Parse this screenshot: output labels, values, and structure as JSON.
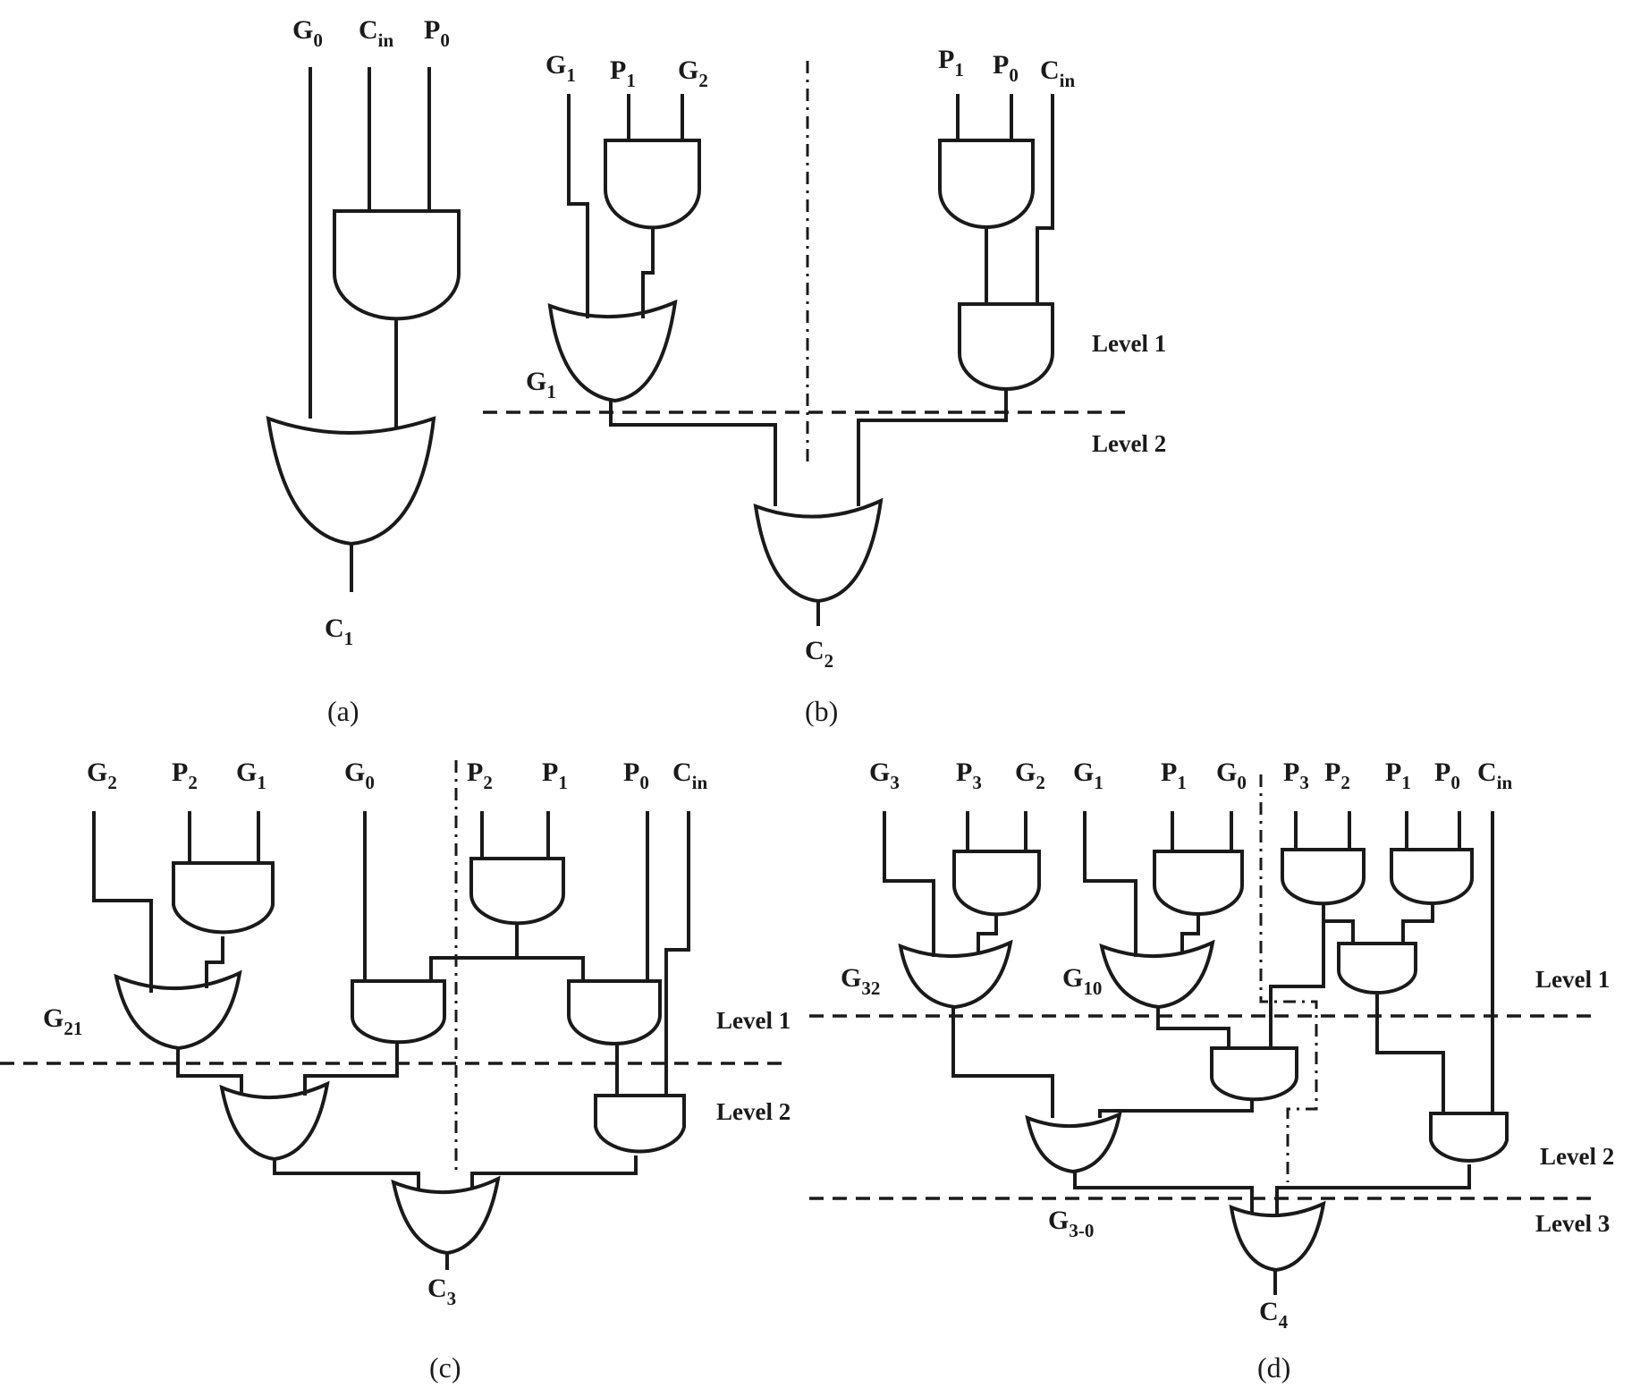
{
  "labels": {
    "a_g0": {
      "main": "G",
      "sub": "0"
    },
    "a_cin": {
      "main": "C",
      "sub": "in"
    },
    "a_p0": {
      "main": "P",
      "sub": "0"
    },
    "a_c1": {
      "main": "C",
      "sub": "1"
    },
    "b_g1": {
      "main": "G",
      "sub": "1"
    },
    "b_p1": {
      "main": "P",
      "sub": "1"
    },
    "b_g2": {
      "main": "G",
      "sub": "2"
    },
    "b_p1r": {
      "main": "P",
      "sub": "1"
    },
    "b_p0": {
      "main": "P",
      "sub": "0"
    },
    "b_cin": {
      "main": "C",
      "sub": "in"
    },
    "b_g1o": {
      "main": "G",
      "sub": "1"
    },
    "b_c2": {
      "main": "C",
      "sub": "2"
    },
    "c_g2": {
      "main": "G",
      "sub": "2"
    },
    "c_p2": {
      "main": "P",
      "sub": "2"
    },
    "c_g1": {
      "main": "G",
      "sub": "1"
    },
    "c_g0": {
      "main": "G",
      "sub": "0"
    },
    "c_p2r": {
      "main": "P",
      "sub": "2"
    },
    "c_p1": {
      "main": "P",
      "sub": "1"
    },
    "c_p0": {
      "main": "P",
      "sub": "0"
    },
    "c_cin": {
      "main": "C",
      "sub": "in"
    },
    "c_g21": {
      "main": "G",
      "sub": "21"
    },
    "c_c3": {
      "main": "C",
      "sub": "3"
    },
    "d_g3": {
      "main": "G",
      "sub": "3"
    },
    "d_p3": {
      "main": "P",
      "sub": "3"
    },
    "d_g2": {
      "main": "G",
      "sub": "2"
    },
    "d_g1": {
      "main": "G",
      "sub": "1"
    },
    "d_p1": {
      "main": "P",
      "sub": "1"
    },
    "d_g0": {
      "main": "G",
      "sub": "0"
    },
    "d_p3r": {
      "main": "P",
      "sub": "3"
    },
    "d_p2r": {
      "main": "P",
      "sub": "2"
    },
    "d_p1r": {
      "main": "P",
      "sub": "1"
    },
    "d_p0r": {
      "main": "P",
      "sub": "0"
    },
    "d_cin": {
      "main": "C",
      "sub": "in"
    },
    "d_g32": {
      "main": "G",
      "sub": "32"
    },
    "d_g10": {
      "main": "G",
      "sub": "10"
    },
    "d_g30": {
      "main": "G",
      "sub": "3-0"
    },
    "d_c4": {
      "main": "C",
      "sub": "4"
    }
  },
  "levels": {
    "b_level1": "Level 1",
    "b_level2": "Level 2",
    "c_level1": "Level 1",
    "c_level2": "Level 2",
    "d_level1": "Level 1",
    "d_level2": "Level 2",
    "d_level3": "Level 3"
  },
  "captions": {
    "a": "(a)",
    "b": "(b)",
    "c": "(c)",
    "d": "(d)"
  }
}
